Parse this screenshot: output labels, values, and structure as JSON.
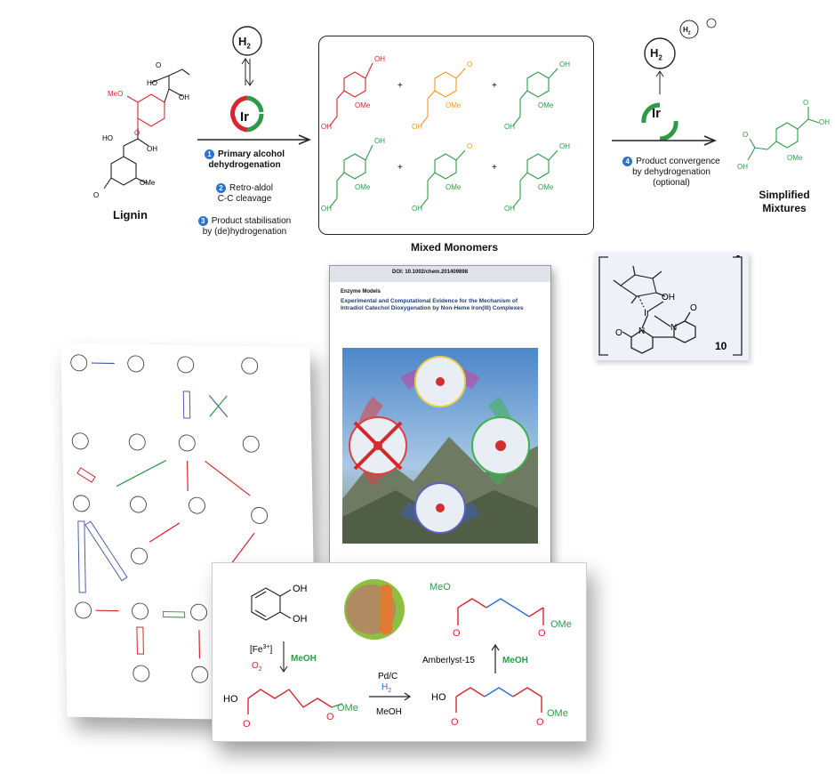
{
  "top": {
    "lignin_label": "Lignin",
    "h2": "H",
    "h2_sub": "2",
    "ir": "Ir",
    "steps": [
      {
        "num": "1",
        "text1": "Primary alcohol",
        "text2": "dehydrogenation"
      },
      {
        "num": "2",
        "text1": "Retro-aldol",
        "text2": "C-C cleavage"
      },
      {
        "num": "3",
        "text1": "Product stabilisation",
        "text2": "by (de)hydrogenation"
      }
    ],
    "step4": {
      "num": "4",
      "text1": "Product convergence",
      "text2": "by dehydrogenation",
      "text3": "(optional)"
    },
    "mixed_label": "Mixed Monomers",
    "simplified_label1": "Simplified",
    "simplified_label2": "Mixtures",
    "plus": "+",
    "ome": "OMe",
    "oh": "OH",
    "o": "O"
  },
  "catalyst": {
    "number": "10",
    "charge": "-",
    "ir": "Ir",
    "oh": "OH",
    "n": "N",
    "o": "O"
  },
  "paper": {
    "doi": "DOI: 10.1002/chem.201409898",
    "section": "Enzyme Models",
    "title": "Experimental and Computational Evidence for the Mechanism of Intradiol Catechol Dioxygenation by Non-Heme Iron(III) Complexes"
  },
  "bottom": {
    "oh": "OH",
    "fe": "[Fe",
    "fe_sup": "3+",
    "fe_close": "]",
    "o2": "O",
    "o2_sub": "2",
    "meoh": "MeOH",
    "pdc": "Pd/C",
    "h2": "H",
    "h2_sub": "2",
    "amberlyst": "Amberlyst-15",
    "ho": "HO",
    "ome": "OMe",
    "meo": "MeO",
    "o": "O"
  },
  "colors": {
    "red": "#d8262d",
    "green": "#2e9a47",
    "orange": "#f29a1c",
    "blue": "#2a6fd1",
    "navy": "#4a5ea8",
    "step_blue": "#2a73c9"
  }
}
